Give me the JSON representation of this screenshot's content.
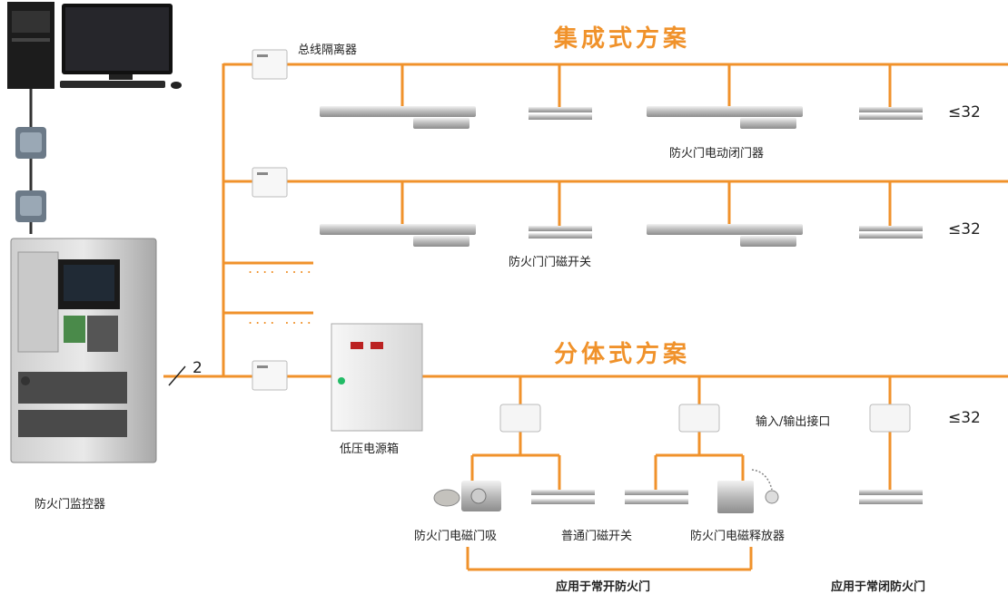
{
  "titles": {
    "integrated": "集成式方案",
    "split": "分体式方案"
  },
  "labels": {
    "bus_isolator": "总线隔离器",
    "electric_closer": "防火门电动闭门器",
    "door_magnetic_switch": "防火门门磁开关",
    "low_voltage_power_box": "低压电源箱",
    "io_interface": "输入/输出接口",
    "door_monitor": "防火门监控器",
    "em_door_holder": "防火门电磁门吸",
    "normal_magnetic_switch": "普通门磁开关",
    "em_release": "防火门电磁释放器",
    "usage_normally_open": "应用于常开防火门",
    "usage_normally_closed": "应用于常闭防火门"
  },
  "counts": {
    "row1": "≤32",
    "row2": "≤32",
    "row3": "≤32"
  },
  "bus_wires": "2",
  "ellipsis": ".... ....",
  "colors": {
    "bus_line": "#f0922b",
    "title": "#f0922b"
  },
  "icons": [
    "computer-icon",
    "converter-icon",
    "monitor-panel-icon",
    "isolator-icon",
    "door-closer-icon",
    "magnetic-switch-icon",
    "power-box-icon",
    "io-module-icon",
    "door-holder-icon",
    "release-device-icon"
  ]
}
